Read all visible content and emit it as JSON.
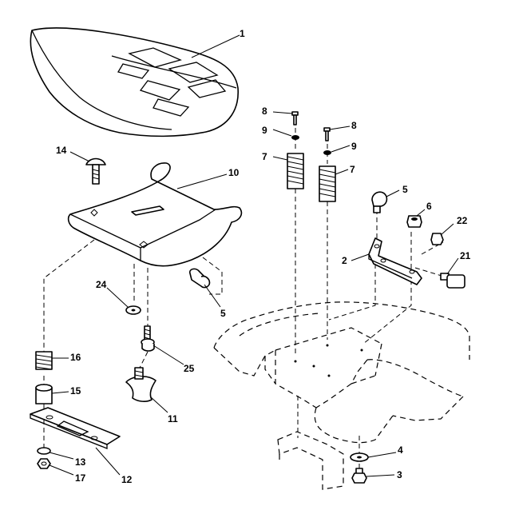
{
  "diagram": {
    "callouts": [
      {
        "id": "c1",
        "label": "1"
      },
      {
        "id": "c8a",
        "label": "8"
      },
      {
        "id": "c9a",
        "label": "9"
      },
      {
        "id": "c7a",
        "label": "7"
      },
      {
        "id": "c8b",
        "label": "8"
      },
      {
        "id": "c9b",
        "label": "9"
      },
      {
        "id": "c7b",
        "label": "7"
      },
      {
        "id": "c14",
        "label": "14"
      },
      {
        "id": "c10",
        "label": "10"
      },
      {
        "id": "c5a",
        "label": "5"
      },
      {
        "id": "c6",
        "label": "6"
      },
      {
        "id": "c22",
        "label": "22"
      },
      {
        "id": "c2",
        "label": "2"
      },
      {
        "id": "c21",
        "label": "21"
      },
      {
        "id": "c24",
        "label": "24"
      },
      {
        "id": "c5b",
        "label": "5"
      },
      {
        "id": "c16",
        "label": "16"
      },
      {
        "id": "c25",
        "label": "25"
      },
      {
        "id": "c15",
        "label": "15"
      },
      {
        "id": "c11",
        "label": "11"
      },
      {
        "id": "c4",
        "label": "4"
      },
      {
        "id": "c3",
        "label": "3"
      },
      {
        "id": "c13",
        "label": "13"
      },
      {
        "id": "c17",
        "label": "17"
      },
      {
        "id": "c12",
        "label": "12"
      }
    ]
  }
}
